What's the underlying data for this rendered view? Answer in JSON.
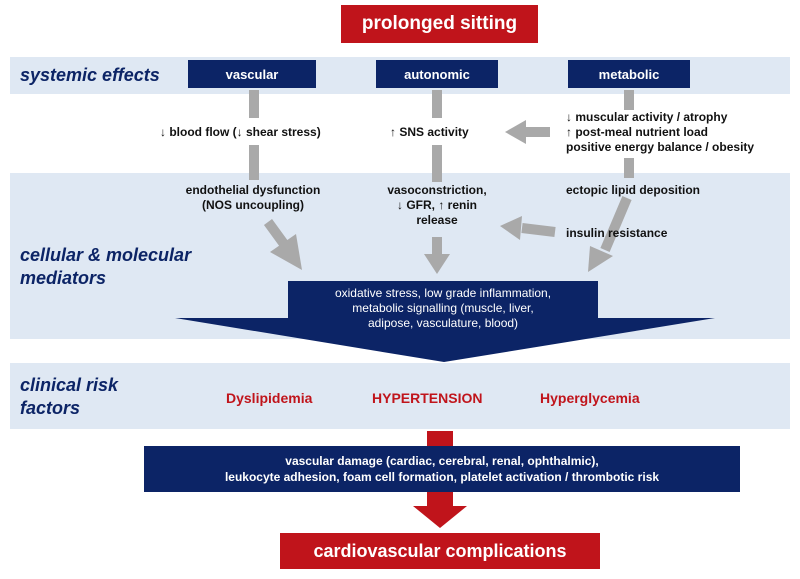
{
  "top": "prolonged sitting",
  "bottom": "cardiovascular complications",
  "sections": {
    "systemic": "systemic effects",
    "cellular_1": "cellular & molecular",
    "cellular_2": "mediators",
    "clinical_1": "clinical risk",
    "clinical_2": "factors"
  },
  "effects": [
    "vascular",
    "autonomic",
    "metabolic"
  ],
  "row1": {
    "vascular": "↓ blood flow (↓ shear stress)",
    "autonomic": "↑ SNS activity",
    "metabolic": [
      "↓ muscular activity / atrophy",
      "↑ post-meal nutrient load",
      "positive energy balance / obesity"
    ]
  },
  "row2": {
    "vascular": [
      "endothelial dysfunction",
      "(NOS uncoupling)"
    ],
    "autonomic": [
      "vasoconstriction,",
      "↓ GFR, ↑ renin",
      "release"
    ],
    "metabolic_1": "ectopic lipid deposition",
    "metabolic_2": "insulin resistance"
  },
  "funnel": [
    "oxidative stress, low grade inflammation,",
    "metabolic signalling (muscle, liver,",
    "adipose, vasculature, blood)"
  ],
  "risks": [
    "Dyslipidemia",
    "HYPERTENSION",
    "Hyperglycemia"
  ],
  "damage": [
    "vascular damage (cardiac, cerebral, renal, ophthalmic),",
    "leukocyte adhesion, foam cell formation, platelet activation / thrombotic risk"
  ],
  "colors": {
    "navy": "#0c2466",
    "red": "#c0141b",
    "band": "#dfe8f3",
    "arrow": "#a9a9a9"
  }
}
